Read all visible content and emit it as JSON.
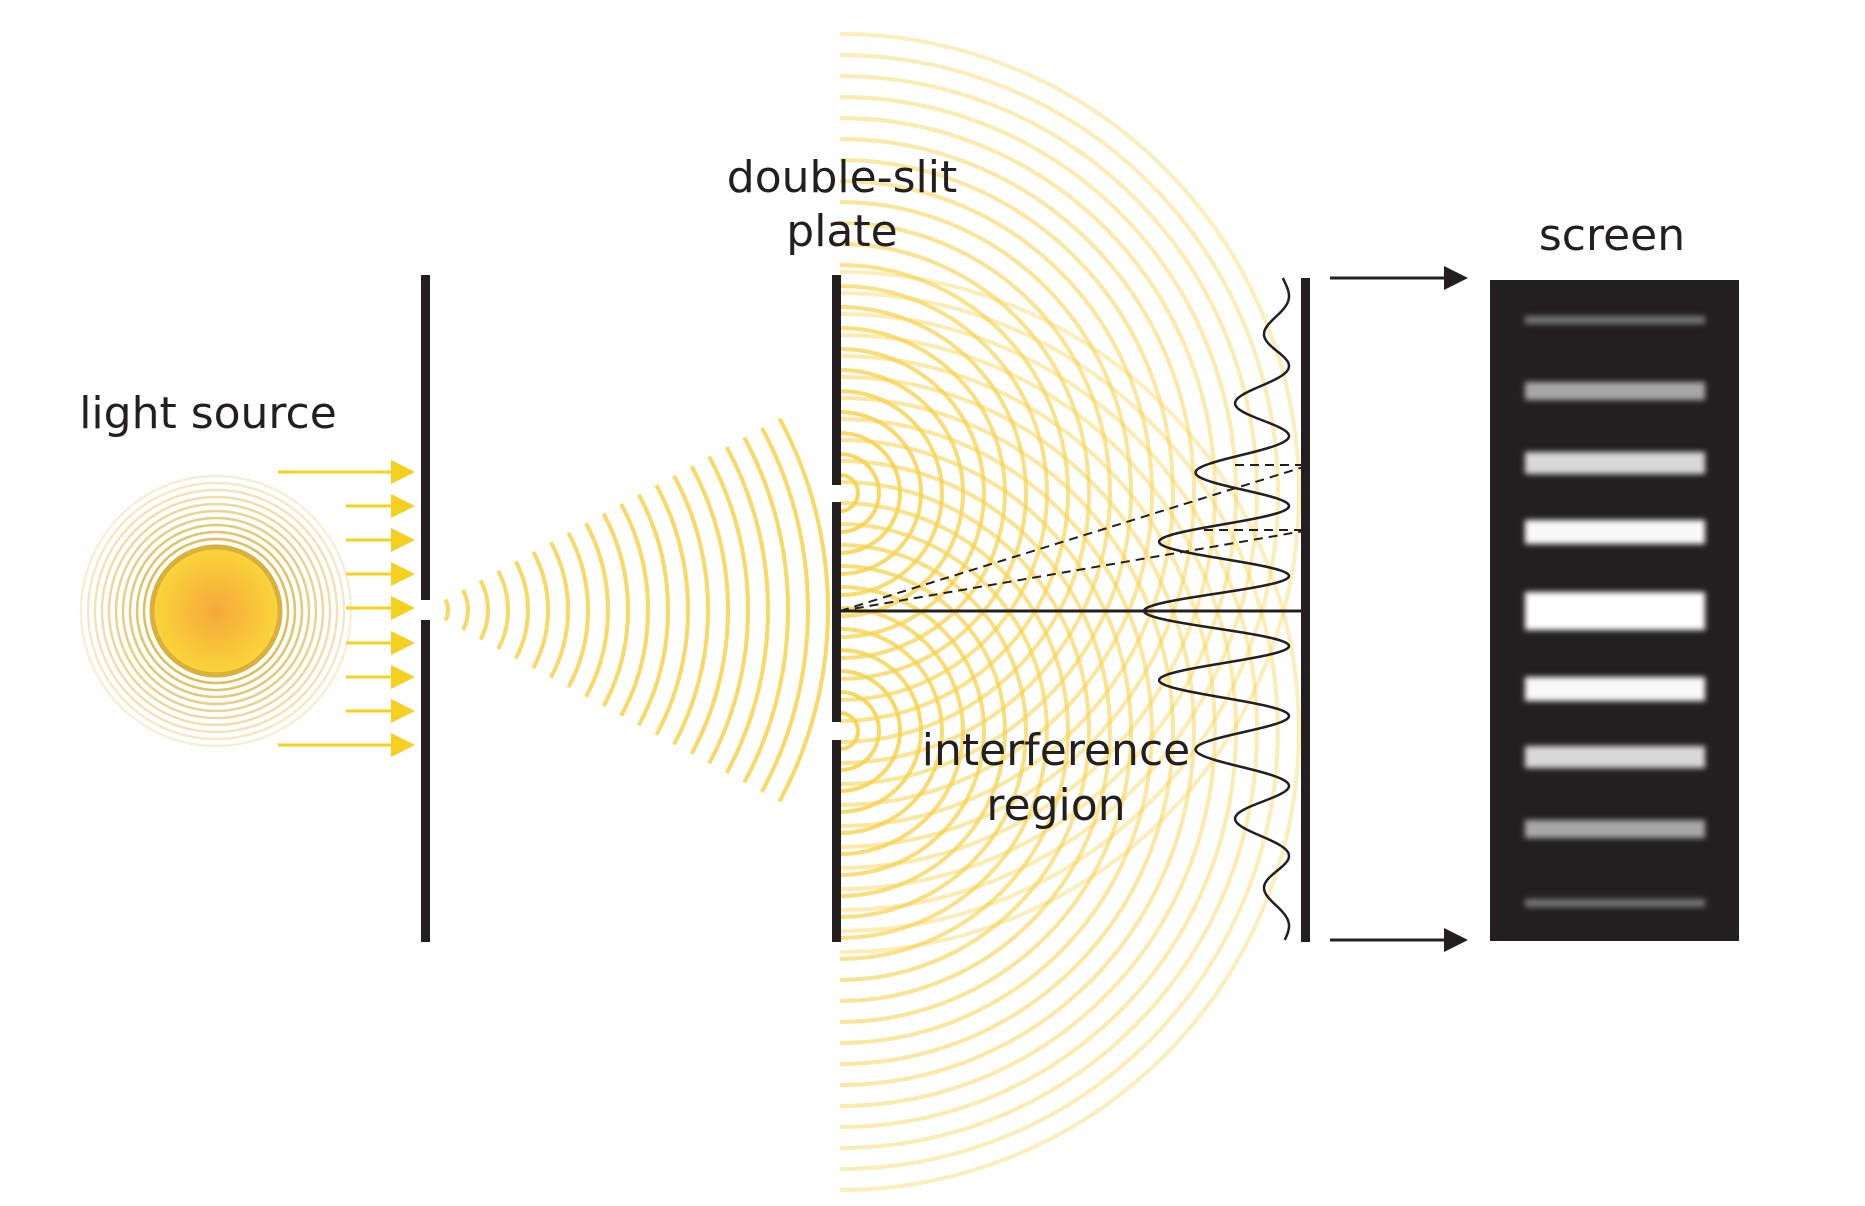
{
  "labels": {
    "light_source": "light source",
    "double_slit_line1": "double-slit",
    "double_slit_line2": "plate",
    "interference_line1": "interference",
    "interference_line2": "region",
    "screen": "screen"
  },
  "colors": {
    "wave": "#f7d24a",
    "arrow": "#f5d01e",
    "plate": "#231f20",
    "screen_bg": "#231f20",
    "sun_core": "#f5a623",
    "sun_rim": "#d7b23a"
  },
  "screen_fringes": [
    0.3,
    0.55,
    0.8,
    0.97,
    1.0,
    0.97,
    0.8,
    0.55,
    0.3
  ]
}
